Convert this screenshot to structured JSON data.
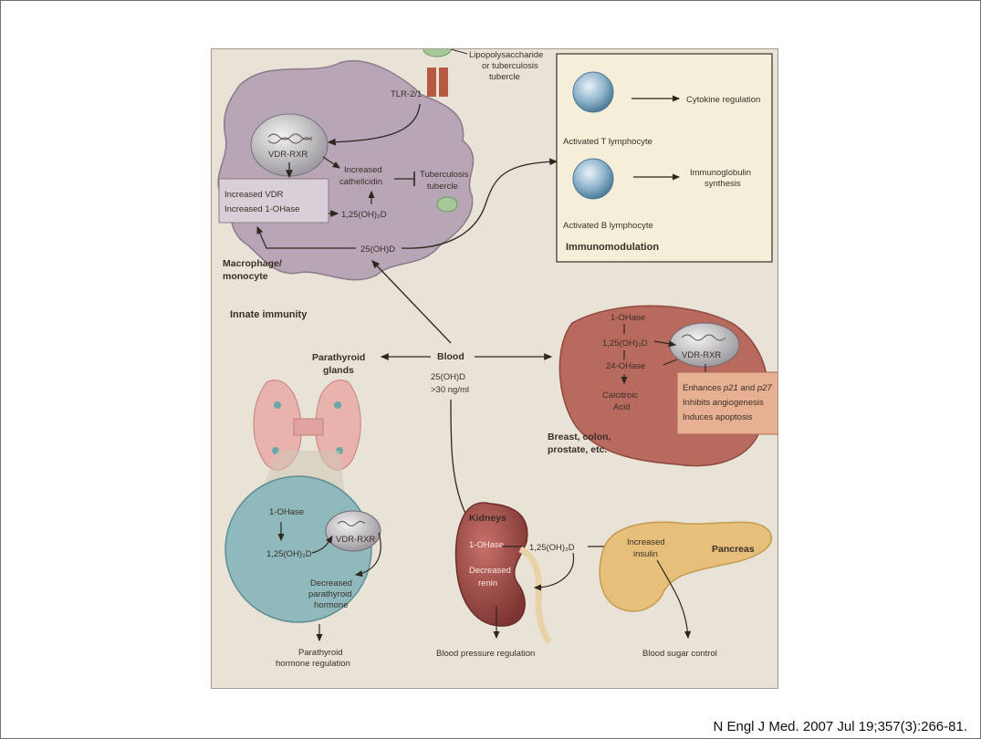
{
  "citation": "N Engl J Med. 2007 Jul 19;357(3):266-81.",
  "macrophage": {
    "lps": "Lipopolysaccharide",
    "lps2": "or tuberculosis",
    "lps3": "tubercle",
    "tlr": "TLR-2/1",
    "vdr": "VDR-RXR",
    "inc_vdr": "Increased VDR",
    "inc_ohase": "Increased 1-OHase",
    "cath1": "Increased",
    "cath2": "cathelicidin",
    "tb1": "Tuberculosis",
    "tb2": "tubercle",
    "d125": "1,25(OH)₂D",
    "d25": "25(OH)D",
    "name1": "Macrophage/",
    "name2": "monocyte",
    "innate": "Innate immunity"
  },
  "immuno": {
    "cytokine": "Cytokine regulation",
    "t_cell": "Activated T lymphocyte",
    "ig1": "Immunoglobulin",
    "ig2": "synthesis",
    "b_cell": "Activated B lymphocyte",
    "title": "Immunomodulation"
  },
  "blood": {
    "title": "Blood",
    "level1": "25(OH)D",
    "level2": ">30 ng/ml"
  },
  "parathyroid": {
    "title1": "Parathyroid",
    "title2": "glands",
    "ohase": "1-OHase",
    "d125": "1,25(OH)₂D",
    "vdr": "VDR-RXR",
    "dec1": "Decreased",
    "dec2": "parathyroid",
    "dec3": "hormone",
    "reg1": "Parathyroid",
    "reg2": "hormone regulation"
  },
  "cancer": {
    "ohase": "1-OHase",
    "d125": "1,25(OH)₂D",
    "vdr": "VDR-RXR",
    "ohase24": "24-OHase",
    "calc1": "Calcitroic",
    "calc2": "Acid",
    "e1a": "Enhances ",
    "e1b": "p21",
    "e1c": " and ",
    "e1d": "p27",
    "e2": "Inhibits angiogenesis",
    "e3": "Induces apoptosis",
    "tissue1": "Breast, colon,",
    "tissue2": "prostate, etc."
  },
  "kidney": {
    "title": "Kidneys",
    "ohase": "1-OHase",
    "dec1": "Decreased",
    "dec2": "renin",
    "d125": "1,25(OH)₂D",
    "bp": "Blood pressure regulation"
  },
  "pancreas": {
    "title": "Pancreas",
    "ins1": "Increased",
    "ins2": "insulin",
    "sugar": "Blood sugar control"
  },
  "colors": {
    "panel": "#e9e2d6",
    "macrophage": "#b7a6b6",
    "cancer_cell": "#b86a5e",
    "parathyroid_cell": "#8fb9bd",
    "kidney": "#9c4b45",
    "pancreas": "#e6c07a",
    "effect_box": "#e7b093"
  }
}
